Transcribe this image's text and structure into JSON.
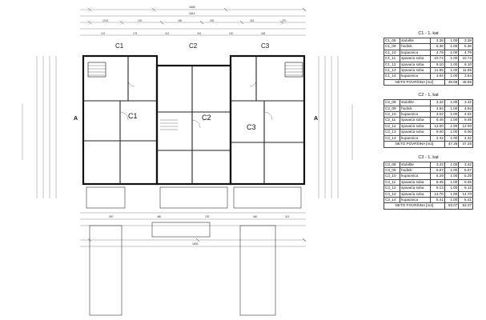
{
  "plan": {
    "units": [
      {
        "label": "C1"
      },
      {
        "label": "C2"
      },
      {
        "label": "C3"
      }
    ],
    "section_marks": [
      "A",
      "A"
    ],
    "dimension_top": [
      "1648",
      "1614"
    ],
    "dimension_bottom": [
      "1600"
    ]
  },
  "tables": [
    {
      "title": "C1 - 1. kat",
      "rows": [
        {
          "code": "C1_08",
          "name": "stubište",
          "area": "3.38",
          "k": "1.00",
          "net": "3.38"
        },
        {
          "code": "C1_09",
          "name": "hodnik",
          "area": "5.36",
          "k": "1.00",
          "net": "5.36"
        },
        {
          "code": "C1_10",
          "name": "kupaonica",
          "area": "4.79",
          "k": "1.00",
          "net": "4.79"
        },
        {
          "code": "C1_11",
          "name": "spavaća soba",
          "area": "10.74",
          "k": "1.00",
          "net": "10.74"
        },
        {
          "code": "C1_12",
          "name": "spavaća soba",
          "area": "9.10",
          "k": "1.00",
          "net": "9.10"
        },
        {
          "code": "C1_13",
          "name": "spavaća soba",
          "area": "11.65",
          "k": "1.00",
          "net": "11.65"
        },
        {
          "code": "C1_14",
          "name": "kupaonica",
          "area": "3.64",
          "k": "1.00",
          "net": "3.64"
        }
      ],
      "total_label": "NETO POVRŠINA [m2]",
      "total_a": "48.66",
      "total_b": "48.66"
    },
    {
      "title": "C2 - 1. kat",
      "rows": [
        {
          "code": "C2_08",
          "name": "stubište",
          "area": "3.42",
          "k": "1.00",
          "net": "3.42"
        },
        {
          "code": "C2_09",
          "name": "hodnik",
          "area": "4.94",
          "k": "1.00",
          "net": "4.94"
        },
        {
          "code": "C2_10",
          "name": "kupaonica",
          "area": "4.02",
          "k": "1.00",
          "net": "4.02"
        },
        {
          "code": "C2_11",
          "name": "spavaća soba",
          "area": "9.45",
          "k": "1.00",
          "net": "9.45"
        },
        {
          "code": "C2_12",
          "name": "spavaća soba",
          "area": "12.00",
          "k": "1.00",
          "net": "12.00"
        },
        {
          "code": "C2_13",
          "name": "spavaća soba",
          "area": "9.00",
          "k": "1.00",
          "net": "9.00"
        },
        {
          "code": "C2_14",
          "name": "kupaonica",
          "area": "4.42",
          "k": "1.00",
          "net": "4.42"
        }
      ],
      "total_label": "NETO POVRŠINA [m2]",
      "total_a": "47.25",
      "total_b": "47.25"
    },
    {
      "title": "C3 - 1. kat",
      "rows": [
        {
          "code": "C3_08",
          "name": "stubište",
          "area": "3.42",
          "k": "1.00",
          "net": "3.42"
        },
        {
          "code": "C3_09",
          "name": "hodnik",
          "area": "5.67",
          "k": "1.00",
          "net": "5.67"
        },
        {
          "code": "C3_10",
          "name": "kupaonica",
          "area": "5.29",
          "k": "1.00",
          "net": "5.29"
        },
        {
          "code": "C3_11",
          "name": "spavaća soba",
          "area": "9.45",
          "k": "1.00",
          "net": "9.45"
        },
        {
          "code": "C3_12",
          "name": "spavaća soba",
          "area": "9.13",
          "k": "1.00",
          "net": "9.13"
        },
        {
          "code": "C3_13",
          "name": "spavaća soba",
          "area": "14.70",
          "k": "1.00",
          "net": "14.70"
        },
        {
          "code": "C3_14",
          "name": "kupaonica",
          "area": "5.41",
          "k": "1.00",
          "net": "5.41"
        }
      ],
      "total_label": "NETO POVRŠINA [m2]",
      "total_a": "53.07",
      "total_b": "53.07"
    }
  ]
}
